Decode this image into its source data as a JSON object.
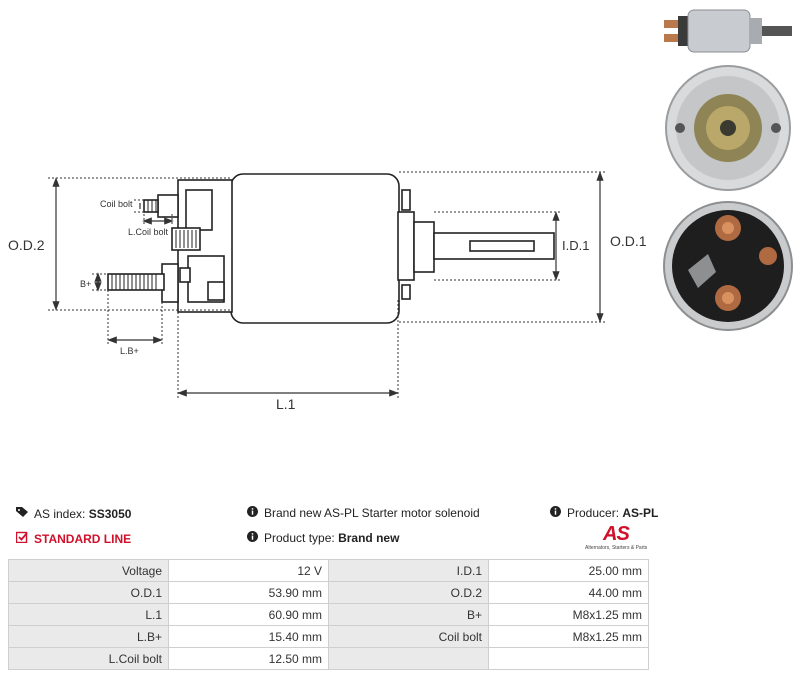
{
  "diagram": {
    "labels": {
      "od2": "O.D.2",
      "od1": "O.D.1",
      "id1": "I.D.1",
      "l1": "L.1",
      "coil_bolt": "Coil bolt",
      "l_coil_bolt": "L.Coil bolt",
      "b_plus": "B+",
      "l_b_plus": "L.B+"
    }
  },
  "info": {
    "as_index_label": "AS index:",
    "as_index_value": "SS3050",
    "line": "STANDARD LINE",
    "description": "Brand new AS-PL Starter motor solenoid",
    "product_type_label": "Product type:",
    "product_type_value": "Brand new",
    "producer_label": "Producer:",
    "producer_value": "AS-PL"
  },
  "logo": {
    "mark": "AS",
    "tagline": "Alternators, Starters & Parts"
  },
  "colors": {
    "accent": "#d0112b",
    "label_bg": "#eaeaea",
    "border": "#cfcfcf"
  },
  "specs": [
    {
      "l1": "Voltage",
      "v1": "12 V",
      "l2": "I.D.1",
      "v2": "25.00 mm"
    },
    {
      "l1": "O.D.1",
      "v1": "53.90 mm",
      "l2": "O.D.2",
      "v2": "44.00 mm"
    },
    {
      "l1": "L.1",
      "v1": "60.90 mm",
      "l2": "B+",
      "v2": "M8x1.25 mm"
    },
    {
      "l1": "L.B+",
      "v1": "15.40 mm",
      "l2": "Coil bolt",
      "v2": "M8x1.25 mm"
    },
    {
      "l1": "L.Coil bolt",
      "v1": "12.50 mm",
      "l2": "",
      "v2": ""
    }
  ]
}
